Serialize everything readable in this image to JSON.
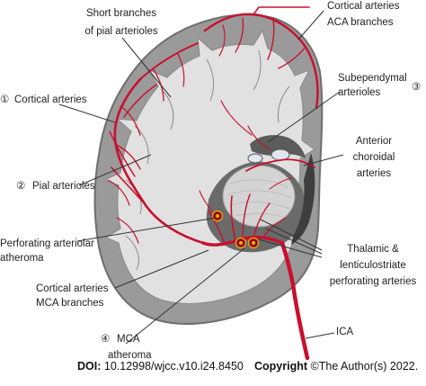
{
  "labels": {
    "short_branches": "Short branches",
    "of_pial_arterioles": "of pial arterioles",
    "cortical_arteries_top": "Cortical arteries",
    "aca_branches": "ACA branches",
    "marker_1": "①",
    "cortical_arteries_left": "Cortical arteries",
    "subependymal": "Subependymal",
    "arterioles": "arterioles",
    "marker_3": "③",
    "anterior": "Anterior",
    "choroidal": "choroidal",
    "arteries_right": "arteries",
    "marker_2": "②",
    "pial_arterioles": "Pial arterioles",
    "perforating_arteriolar": "Perforating arteriolar",
    "atheroma_left": "atheroma",
    "thalamic": "Thalamic &",
    "lenticulostriate": "lenticulostriate",
    "perforating_arteries": "perforating arteries",
    "cortical_arteries_mca": "Cortical arteries",
    "mca_branches": "MCA branches",
    "marker_4": "④",
    "mca": "MCA",
    "atheroma_bottom": "atheroma",
    "ica": "ICA"
  },
  "footer": {
    "doi_label": "DOI:",
    "doi_value": "10.12998/wjcc.v10.i24.8450",
    "copyright_label": "Copyright",
    "copyright_text": "©The Author(s) 2022."
  },
  "colors": {
    "artery": "#c8102e",
    "gray_matter": "#9a9a9a",
    "white_matter": "#e1e1e1",
    "ventricle": "#5c5c5c",
    "basal": "#6a6a6a",
    "thalamus": "#d4d4d4",
    "leader": "#333333"
  }
}
